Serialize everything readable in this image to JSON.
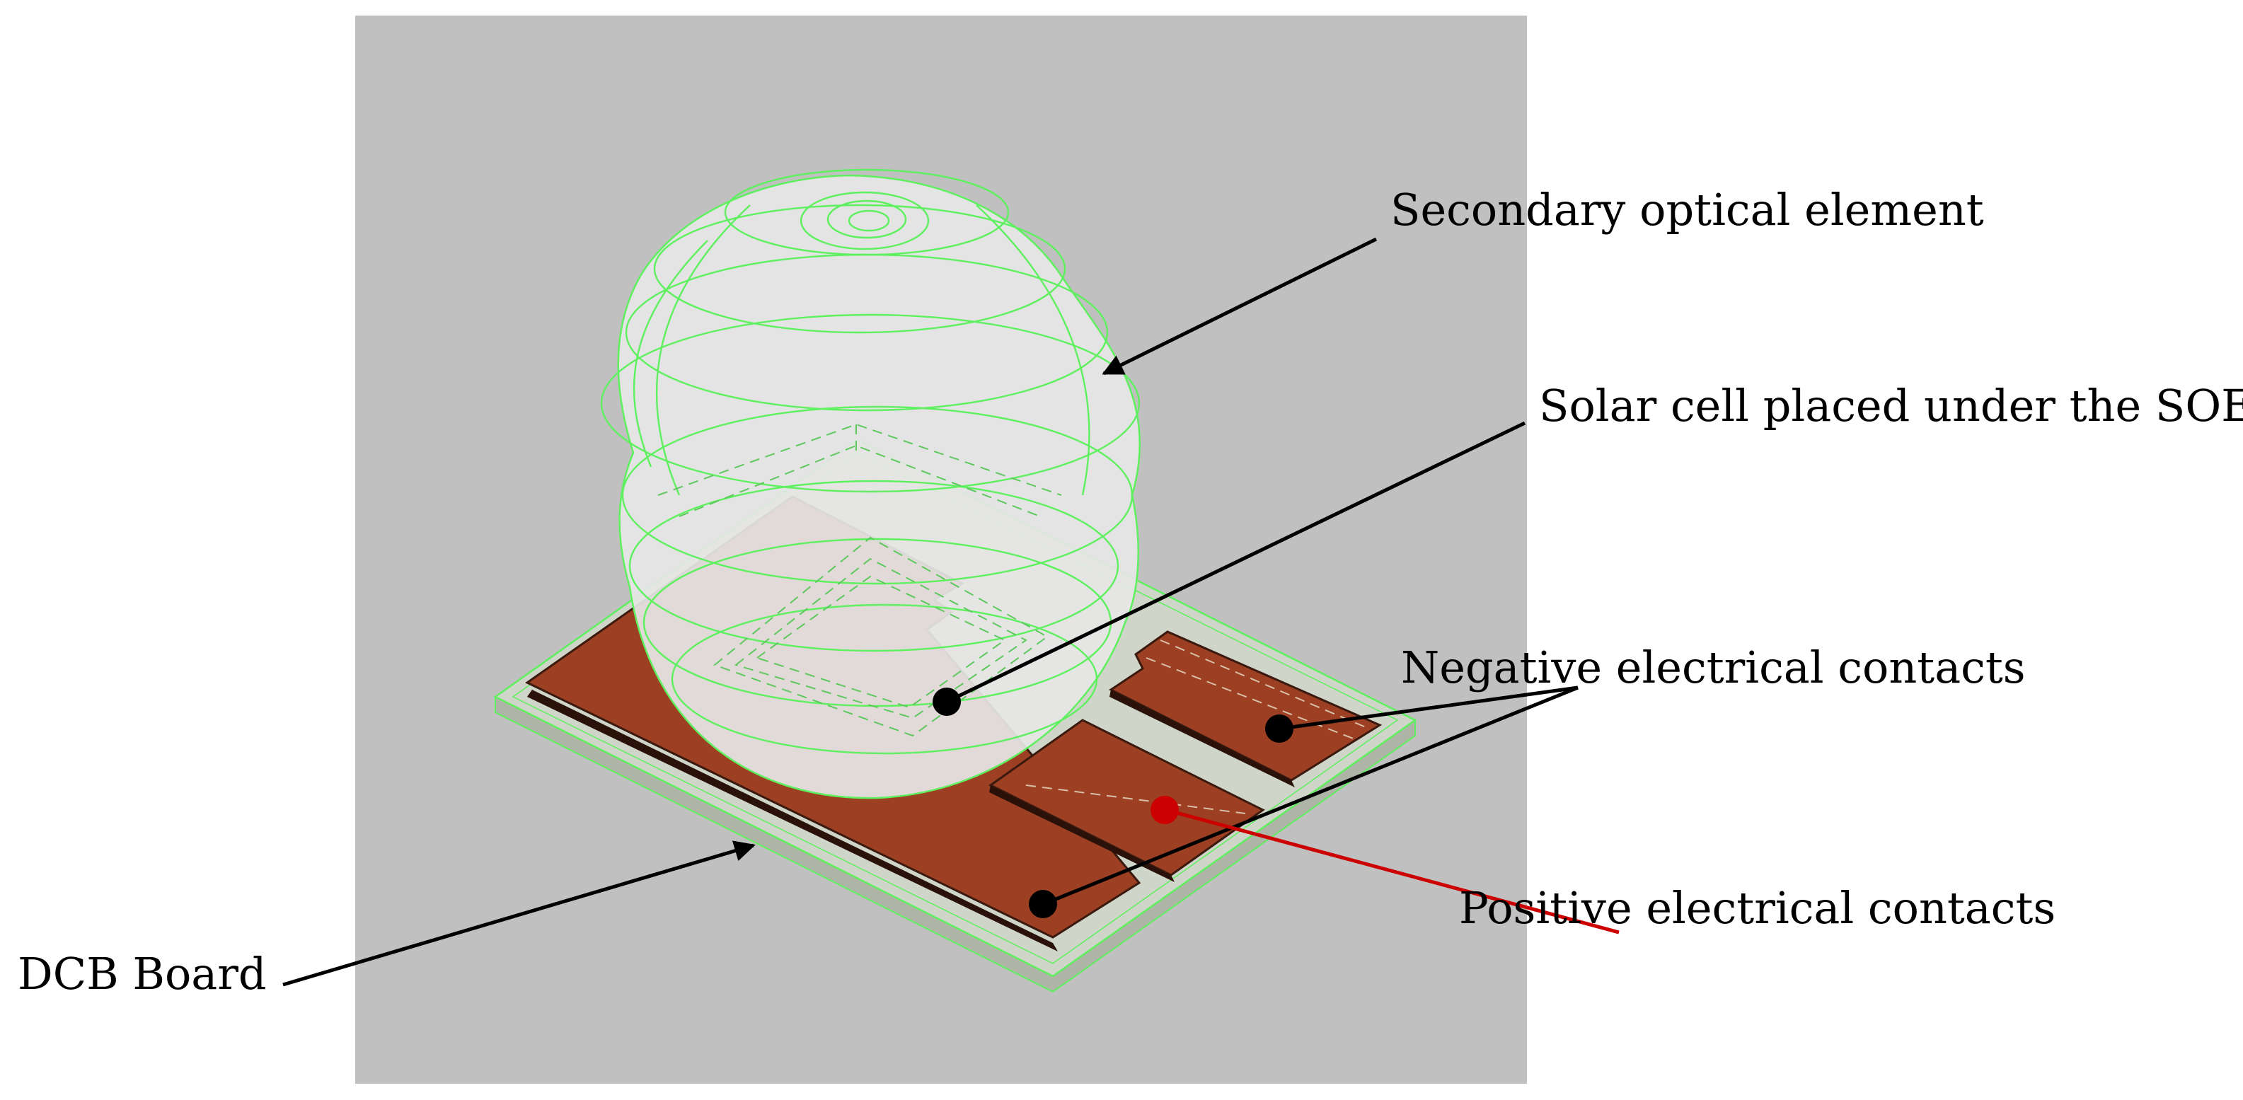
{
  "labels": {
    "secondary_optical_element": "Secondary optical element",
    "solar_cell": "Solar cell placed under the SOE",
    "negative_contacts": "Negative electrical contacts",
    "positive_contacts": "Positive electrical contacts",
    "dcb_board": "DCB Board"
  },
  "colors": {
    "background_panel": "#c0c0c0",
    "board": "#cfd5c8",
    "board_edge": "#9aa393",
    "copper": "#9c3f22",
    "wireframe": "#5ef05e",
    "lens_fill": "#e6e6e6",
    "negative_pointer": "#000000",
    "positive_pointer": "#cc0000"
  }
}
